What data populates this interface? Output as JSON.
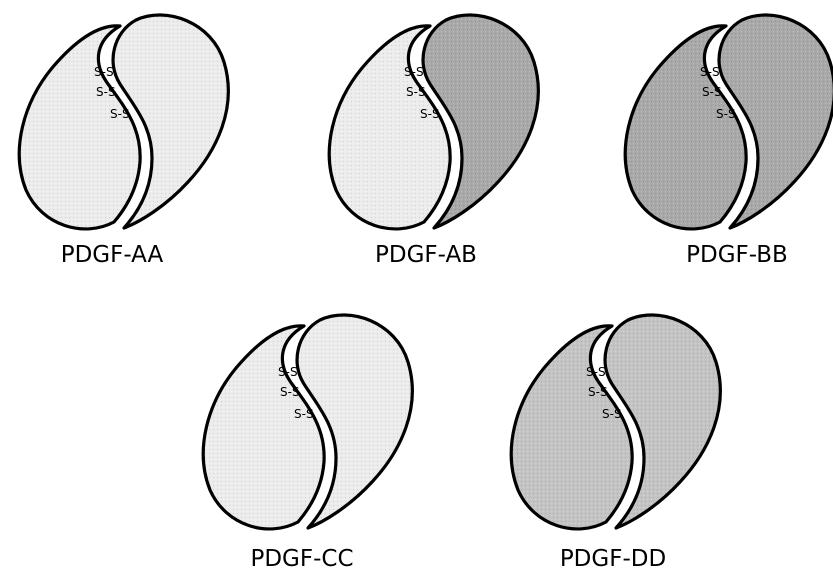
{
  "colors": {
    "chain_a": "#ececec",
    "chain_b": "#a9a9a9",
    "chain_c": "#ececec",
    "chain_d": "#c4c4c4",
    "outline": "#000000",
    "background": "#ffffff"
  },
  "disulfide_bonds": [
    "S-S",
    "S-S",
    "S-S"
  ],
  "dimers": [
    {
      "label": "PDGF-AA",
      "left_chain": "chain_a",
      "right_chain": "chain_a"
    },
    {
      "label": "PDGF-AB",
      "left_chain": "chain_a",
      "right_chain": "chain_b"
    },
    {
      "label": "PDGF-BB",
      "left_chain": "chain_b",
      "right_chain": "chain_b"
    },
    {
      "label": "PDGF-CC",
      "left_chain": "chain_c",
      "right_chain": "chain_c"
    },
    {
      "label": "PDGF-DD",
      "left_chain": "chain_d",
      "right_chain": "chain_d"
    }
  ]
}
